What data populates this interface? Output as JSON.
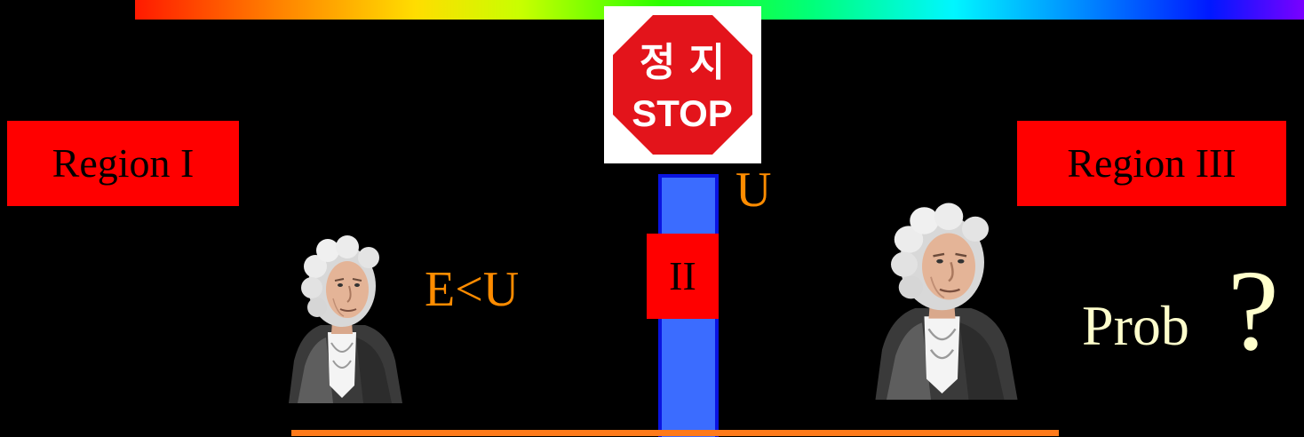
{
  "stop_sign": {
    "korean_text": "정 지",
    "english_text": "STOP"
  },
  "regions": {
    "region_1": "Region I",
    "region_2": "II",
    "region_3": "Region III"
  },
  "labels": {
    "potential": "U",
    "energy_condition": "E<U",
    "probability": "Prob",
    "question_mark": "?"
  },
  "colors": {
    "region_fill": "#ff0000",
    "barrier_fill": "#3b6cff",
    "text_orange": "#ff8c00",
    "text_cream": "#ffffcc",
    "background": "#000000"
  }
}
